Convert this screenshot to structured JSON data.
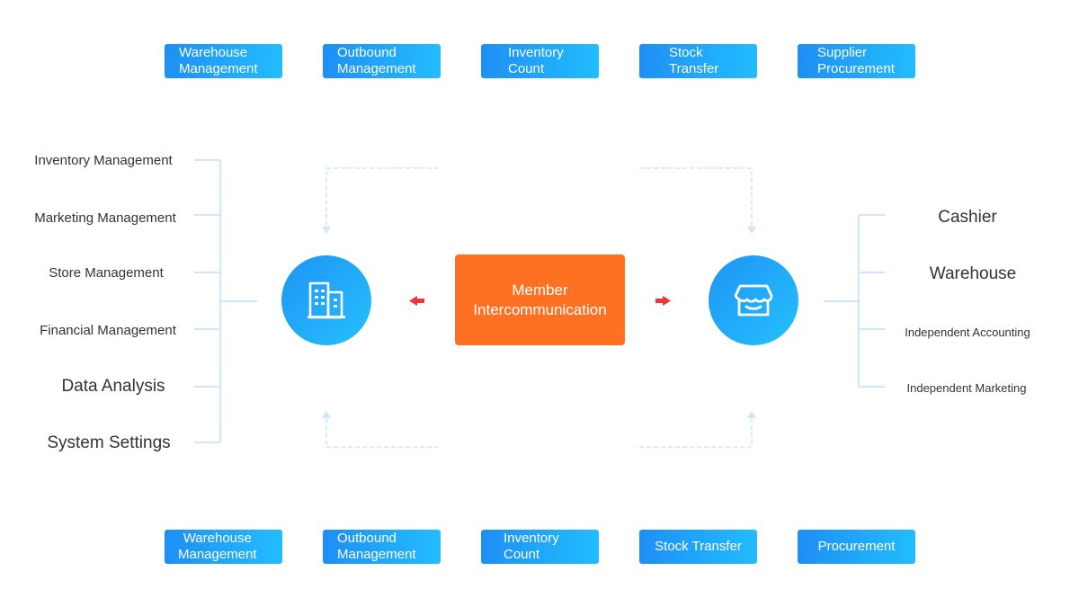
{
  "top_pills": [
    {
      "line1": "Warehouse",
      "line2": "Management"
    },
    {
      "line1": "Outbound",
      "line2": "Management"
    },
    {
      "line1": "Inventory",
      "line2": "Count"
    },
    {
      "line1": "Stock",
      "line2": "Transfer"
    },
    {
      "line1": "Supplier",
      "line2": "Procurement"
    }
  ],
  "bottom_pills": [
    {
      "line1": "Warehouse",
      "line2": "Management"
    },
    {
      "line1": "Outbound",
      "line2": "Management"
    },
    {
      "line1": "Inventory",
      "line2": "Count"
    },
    {
      "line1": "Stock Transfer"
    },
    {
      "line1": "Procurement"
    }
  ],
  "left_items": [
    "Inventory Management",
    "Marketing Management",
    "Store Management",
    "Financial Management",
    "Data Analysis",
    "System Settings"
  ],
  "right_items": [
    "Cashier",
    "Warehouse",
    "Independent Accounting",
    "Independent Marketing"
  ],
  "center": {
    "line1": "Member",
    "line2": "Intercommunication"
  },
  "icons": {
    "left": "office-building-icon",
    "right": "store-awning-icon"
  },
  "colors": {
    "pill_start": "#1e8ff5",
    "pill_end": "#22bdfd",
    "center": "#ff7122",
    "arrow": "#f0333a",
    "connector": "#cfe7fb"
  }
}
